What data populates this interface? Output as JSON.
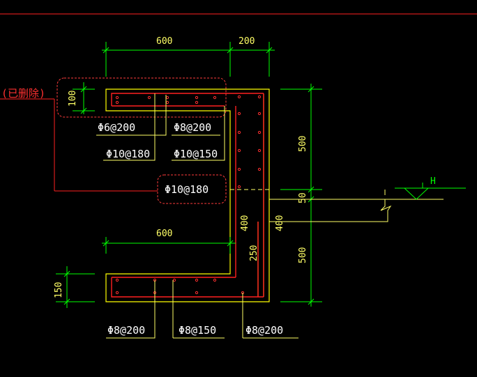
{
  "colors": {
    "background": "#000000",
    "outline": "#ffff00",
    "dimension": "#00ff00",
    "rebar": "#ff0000",
    "cloud": "#ff3b3b",
    "text_yellow": "#ffff66",
    "text_white": "#ffffff",
    "text_red": "#ff3030"
  },
  "leader_note": "(已删除)",
  "water_level_label": "H",
  "dimensions": {
    "top_width_600": "600",
    "top_width_200": "200",
    "top_thickness_100": "100",
    "right_height_500_top": "500",
    "right_height_50": "50",
    "right_height_500_bottom": "500",
    "wall_400_inner": "400",
    "wall_400_outer": "400",
    "wall_250": "250",
    "bottom_width_600": "600",
    "bottom_thickness_150": "150"
  },
  "rebar_labels": {
    "top_phi6_200": "Φ6@200",
    "top_phi8_200": "Φ8@200",
    "top_phi10_180": "Φ10@180",
    "top_phi10_150": "Φ10@150",
    "mid_phi10_180": "Φ10@180",
    "bot_phi8_200_left": "Φ8@200",
    "bot_phi8_150": "Φ8@150",
    "bot_phi8_200_right": "Φ8@200"
  }
}
